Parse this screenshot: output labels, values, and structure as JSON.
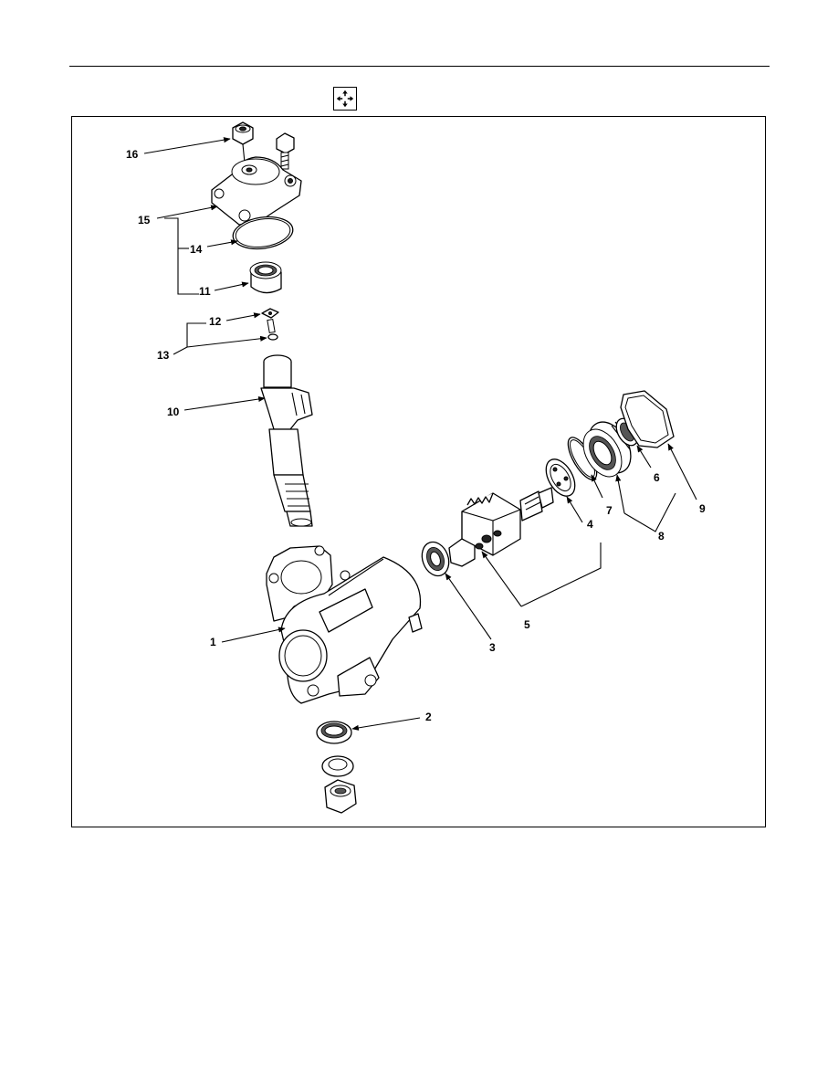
{
  "callouts": [
    {
      "id": "16",
      "label": "16"
    },
    {
      "id": "15",
      "label": "15"
    },
    {
      "id": "14",
      "label": "14"
    },
    {
      "id": "11",
      "label": "11"
    },
    {
      "id": "12",
      "label": "12"
    },
    {
      "id": "13",
      "label": "13"
    },
    {
      "id": "10",
      "label": "10"
    },
    {
      "id": "1",
      "label": "1"
    },
    {
      "id": "2",
      "label": "2"
    },
    {
      "id": "3",
      "label": "3"
    },
    {
      "id": "4",
      "label": "4"
    },
    {
      "id": "5",
      "label": "5"
    },
    {
      "id": "6",
      "label": "6"
    },
    {
      "id": "7",
      "label": "7"
    },
    {
      "id": "8",
      "label": "8"
    },
    {
      "id": "9",
      "label": "9"
    }
  ],
  "icons": {
    "header": "expand-arrows-icon"
  }
}
